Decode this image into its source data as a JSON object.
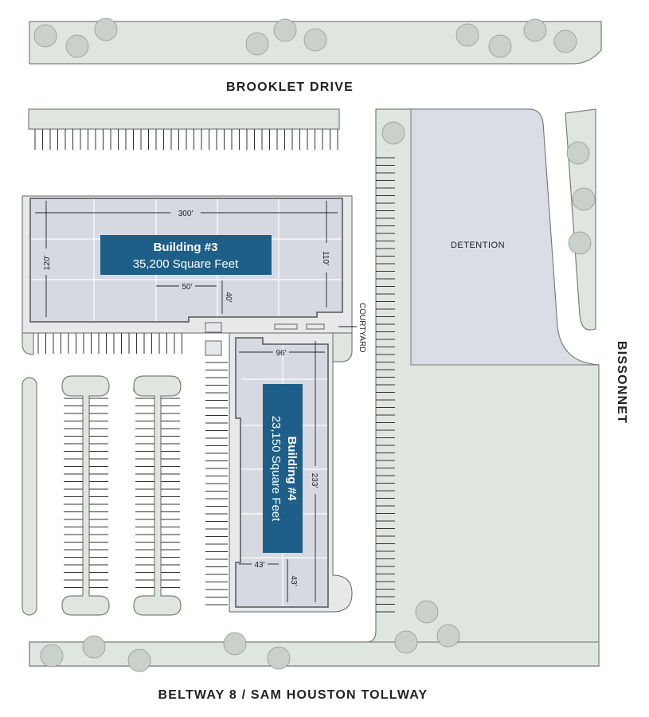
{
  "roads": {
    "north": "BROOKLET DRIVE",
    "east": "BISSONNET",
    "south": "BELTWAY 8 / SAM HOUSTON TOLLWAY"
  },
  "areas": {
    "detention": "DETENTION",
    "courtyard": "COURTYARD"
  },
  "buildings": [
    {
      "name": "Building #3",
      "area": "35,200 Square Feet",
      "dimensions": {
        "width": "300′",
        "depth_left": "120′",
        "depth_right": "110′",
        "notch_width": "50′",
        "notch_depth": "40′"
      }
    },
    {
      "name": "Building #4",
      "area": "23,150 Square Feet",
      "dimensions": {
        "width": "96′",
        "length": "233′",
        "notch_width": "43′",
        "notch_depth": "43′"
      }
    }
  ],
  "colors": {
    "label": "#1e5f89",
    "landscape": "#dfe6df",
    "building": "#d6d9e1"
  }
}
